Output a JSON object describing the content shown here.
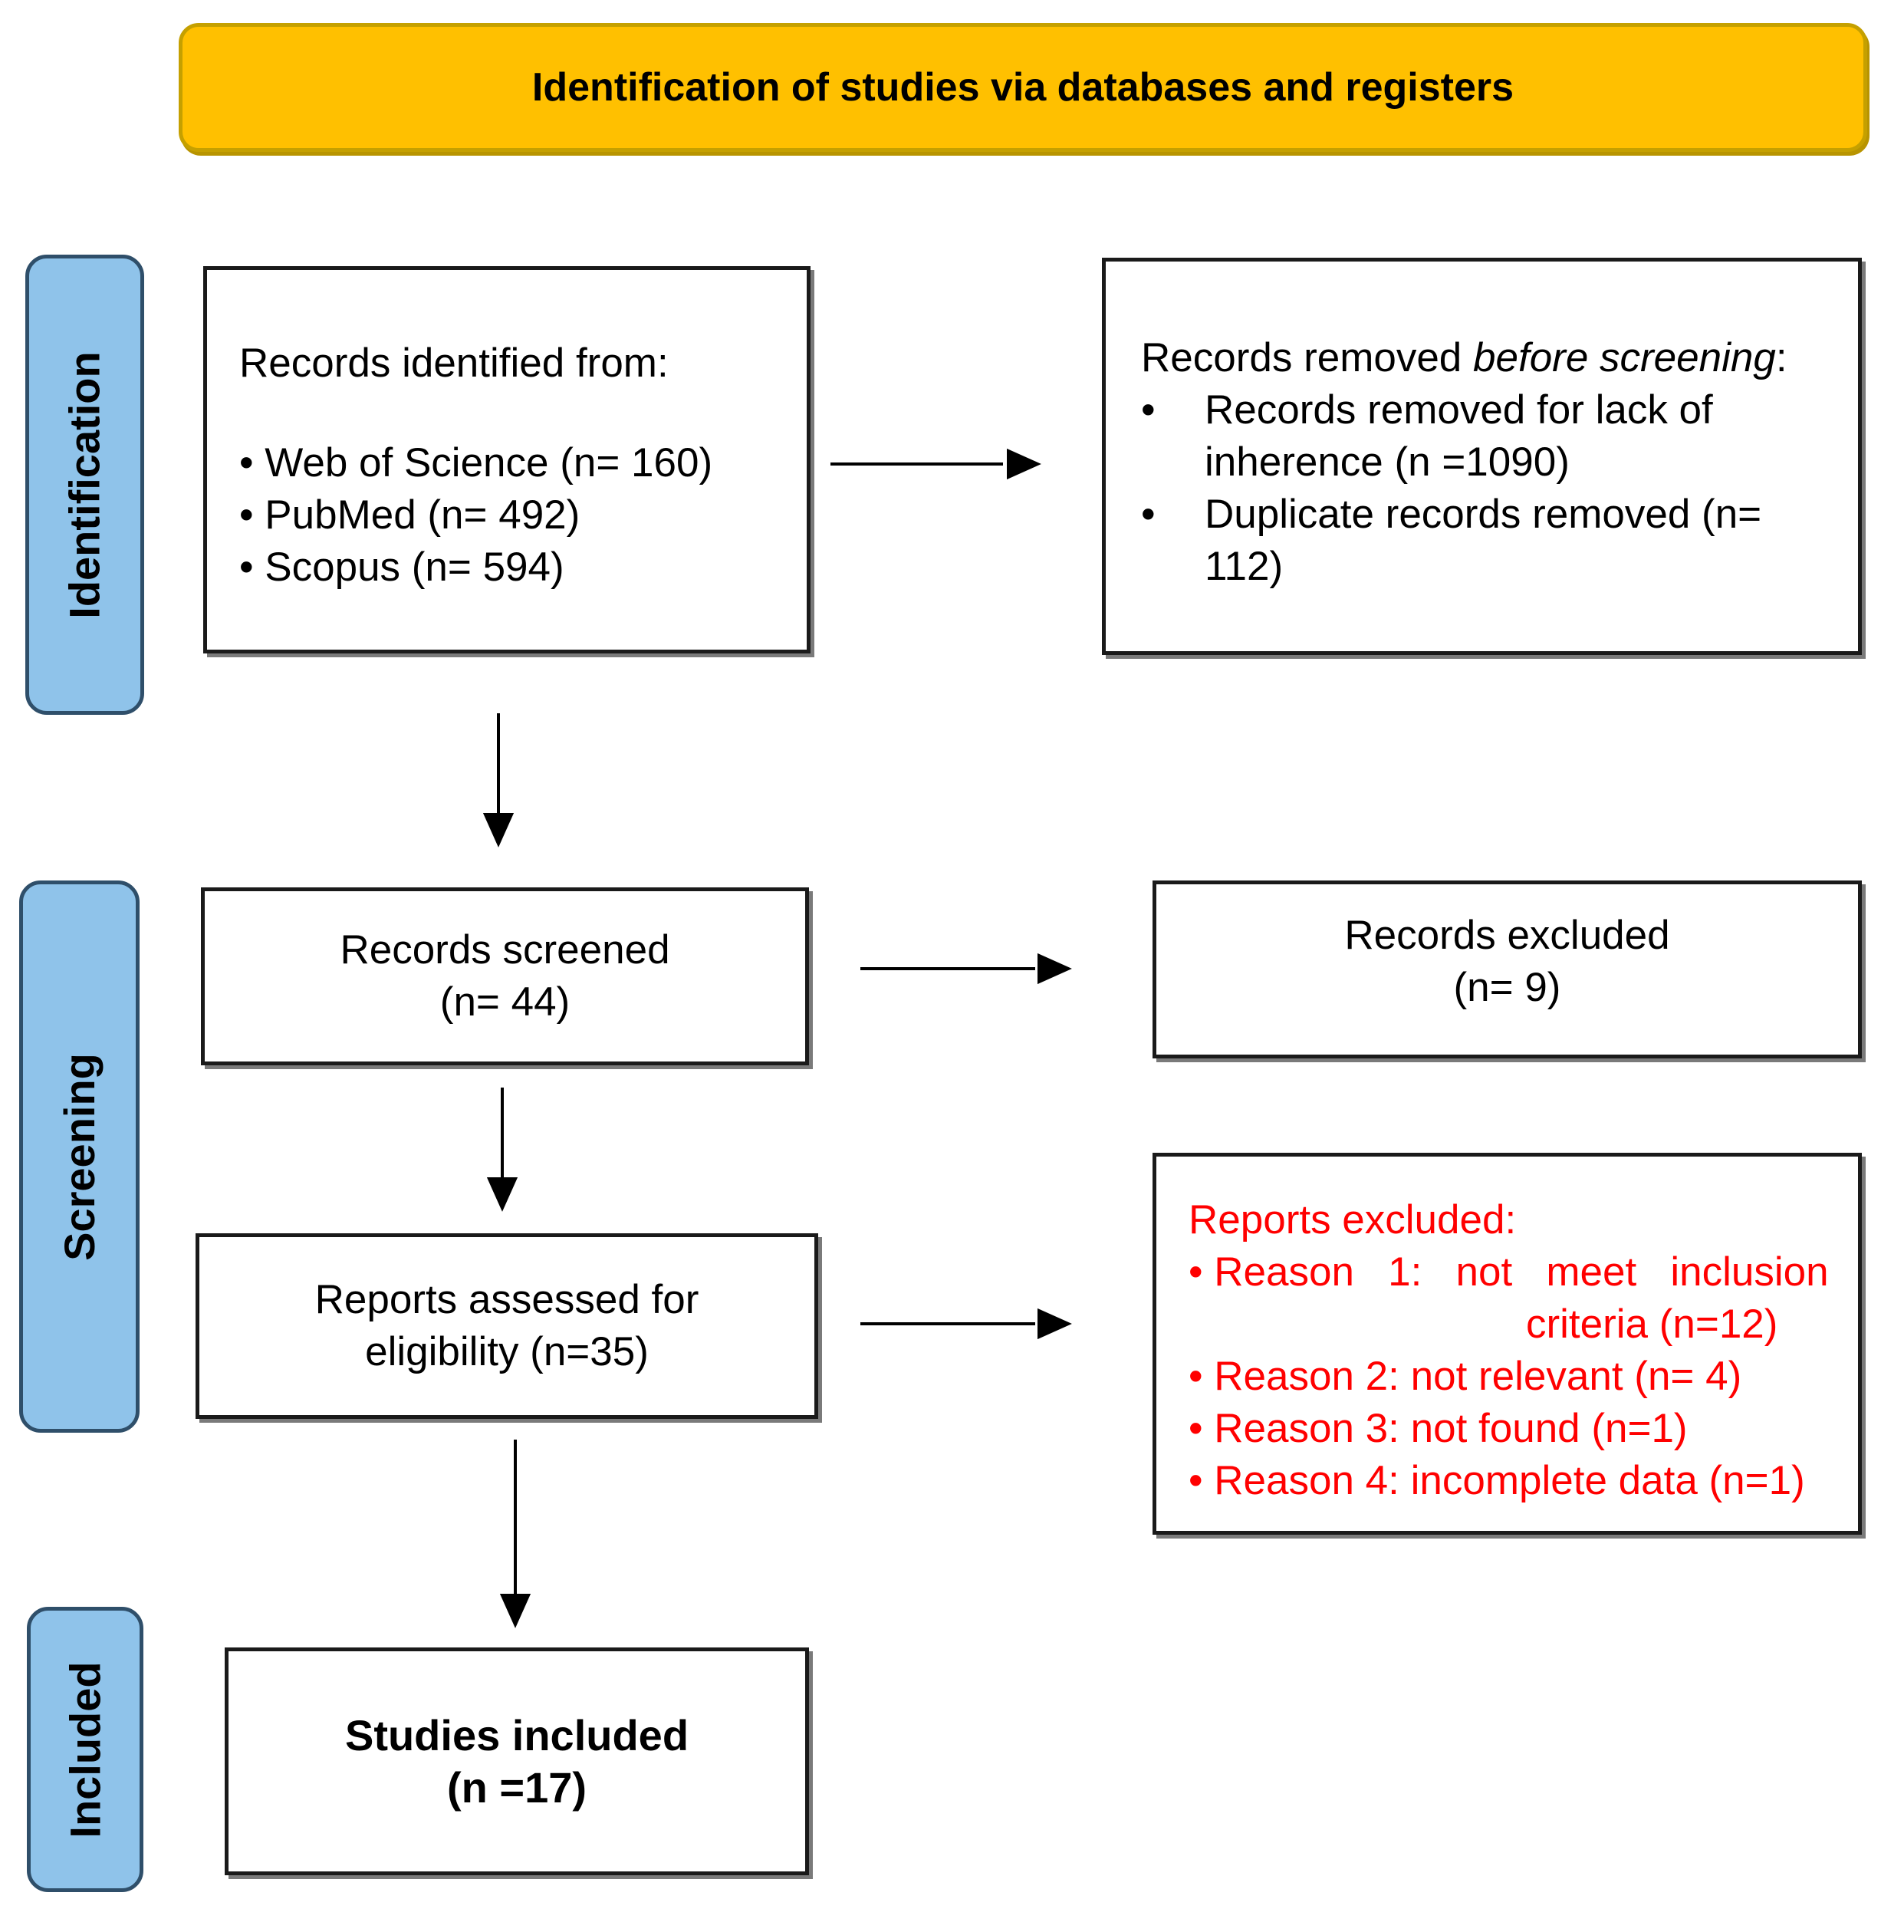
{
  "header": {
    "title": "Identification of studies via databases and registers"
  },
  "phases": {
    "identification": "Identification",
    "screening": "Screening",
    "included": "Included"
  },
  "identified": {
    "title": "Records identified from:",
    "items": [
      "• Web of Science (n= 160)",
      "• PubMed (n= 492)",
      "• Scopus (n= 594)"
    ]
  },
  "removed": {
    "title_prefix": "Records removed ",
    "title_italic": "before screening",
    "title_suffix": ":",
    "bullet": "•",
    "item1_line1": "Records removed for lack of",
    "item1_line2": "inherence (n =1090)",
    "item2_line1": "Duplicate records removed  (n=",
    "item2_line2": "112)"
  },
  "screened": {
    "label": "Records screened",
    "count": "(n= 44)"
  },
  "records_excluded": {
    "label": "Records excluded",
    "count": "(n= 9)"
  },
  "assessed": {
    "line1": "Reports assessed for",
    "line2": "eligibility (n=35)"
  },
  "reports_excluded": {
    "title": "Reports excluded:",
    "reason1_a": "• Reason   1:   not   meet   inclusion",
    "reason1_b": "criteria (n=12)",
    "reason2": "• Reason 2: not relevant (n= 4)",
    "reason3": "• Reason 3: not found (n=1)",
    "reason4": "• Reason 4: incomplete data (n=1)"
  },
  "included": {
    "label": "Studies included",
    "count": "(n =17)"
  },
  "colors": {
    "header_fill": "#ffc000",
    "phase_fill": "#8fc3ea",
    "excluded_text": "#ff0000"
  }
}
